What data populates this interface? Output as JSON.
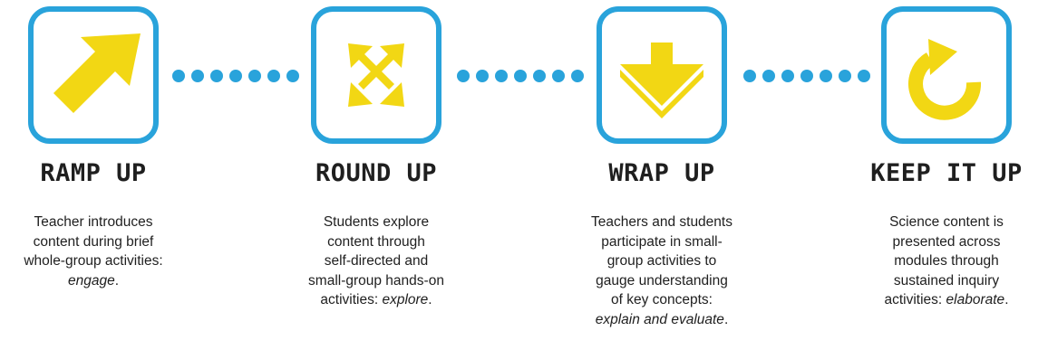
{
  "colors": {
    "accent_blue": "#29a3db",
    "accent_yellow": "#f2d714",
    "text": "#1f1f1f"
  },
  "steps": [
    {
      "icon": "diagonal-arrow-up-right-icon",
      "title": "RAMP UP",
      "desc_lines": [
        "Teacher introduces",
        "content during brief",
        "whole-group activities:"
      ],
      "desc_italic": "engage",
      "desc_tail": "."
    },
    {
      "icon": "four-arrows-outward-icon",
      "title": "ROUND UP",
      "desc_lines": [
        "Students explore",
        "content through",
        "self-directed and",
        "small-group hands-on"
      ],
      "desc_prefix": "activities: ",
      "desc_italic": "explore",
      "desc_tail": "."
    },
    {
      "icon": "arrow-down-icon",
      "title": "WRAP UP",
      "desc_lines": [
        "Teachers and students",
        "participate in small-",
        "group activities to",
        "gauge understanding",
        "of key concepts:"
      ],
      "desc_italic": "explain and evaluate",
      "desc_tail": "."
    },
    {
      "icon": "circular-arrow-refresh-icon",
      "title": "KEEP IT UP",
      "desc_lines": [
        "Science content is",
        "presented across",
        "modules through",
        "sustained inquiry"
      ],
      "desc_prefix": "activities: ",
      "desc_italic": "elaborate",
      "desc_tail": "."
    }
  ]
}
